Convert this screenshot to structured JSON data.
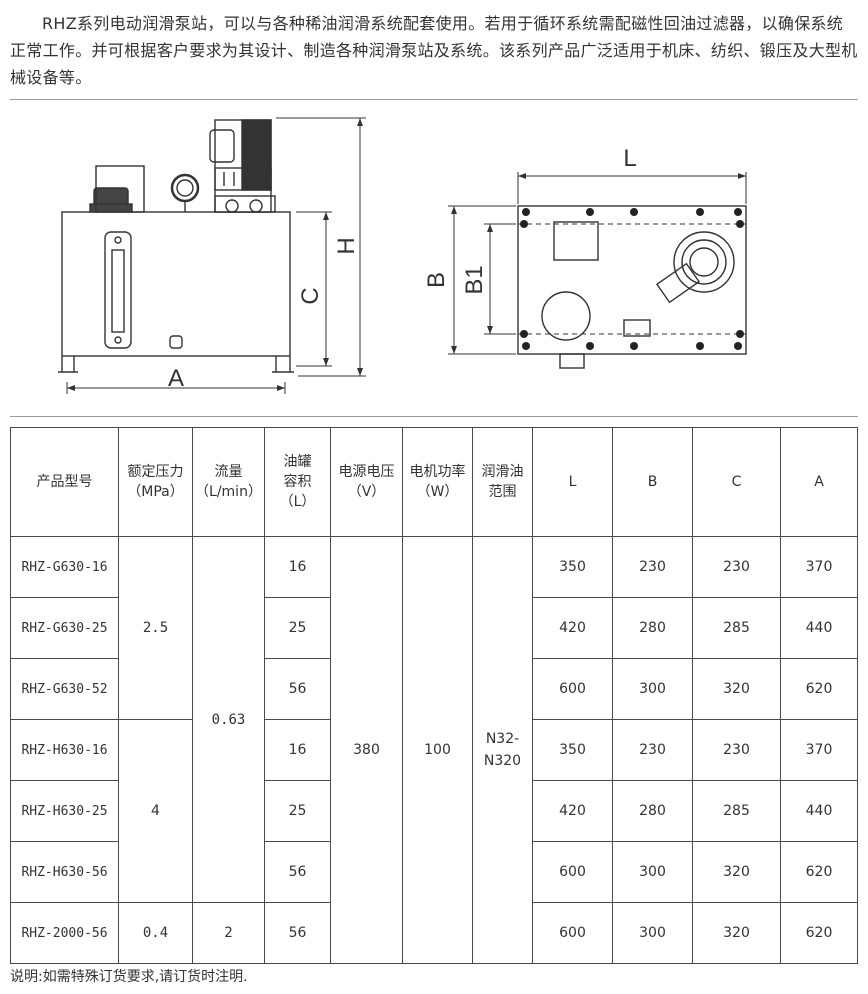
{
  "intro": "RHZ系列电动润滑泵站，可以与各种稀油润滑系统配套使用。若用于循环系统需配磁性回油过滤器，以确保系统正常工作。并可根据客户要求为其设计、制造各种润滑泵站及系统。该系列产品广泛适用于机床、纺织、锻压及大型机械设备等。",
  "drawing": {
    "labels": {
      "A": "A",
      "C": "C",
      "H": "H",
      "L": "L",
      "B": "B",
      "B1": "B1"
    }
  },
  "table": {
    "headers": [
      "产品型号",
      "额定压力\n（MPa）",
      "流量\n（L/min）",
      "油罐\n容积\n（L）",
      "电源电压\n（V）",
      "电机功率\n（W）",
      "润滑油\n范围",
      "L",
      "B",
      "C",
      "A"
    ],
    "models": [
      "RHZ-G630-16",
      "RHZ-G630-25",
      "RHZ-G630-52",
      "RHZ-H630-16",
      "RHZ-H630-25",
      "RHZ-H630-56",
      "RHZ-2000-56"
    ],
    "pressure": [
      "2.5",
      "4",
      "0.4"
    ],
    "flow": [
      "0.63",
      "2"
    ],
    "volume": [
      "16",
      "25",
      "56",
      "16",
      "25",
      "56",
      "56"
    ],
    "voltage": "380",
    "power": "100",
    "oil_range": "N32-\nN320",
    "L": [
      "350",
      "420",
      "600",
      "350",
      "420",
      "600",
      "600"
    ],
    "B": [
      "230",
      "280",
      "300",
      "230",
      "280",
      "300",
      "300"
    ],
    "C": [
      "230",
      "285",
      "320",
      "230",
      "285",
      "320",
      "320"
    ],
    "A": [
      "370",
      "440",
      "620",
      "370",
      "440",
      "620",
      "620"
    ]
  },
  "note": "说明:如需特殊订货要求,请订货时注明."
}
